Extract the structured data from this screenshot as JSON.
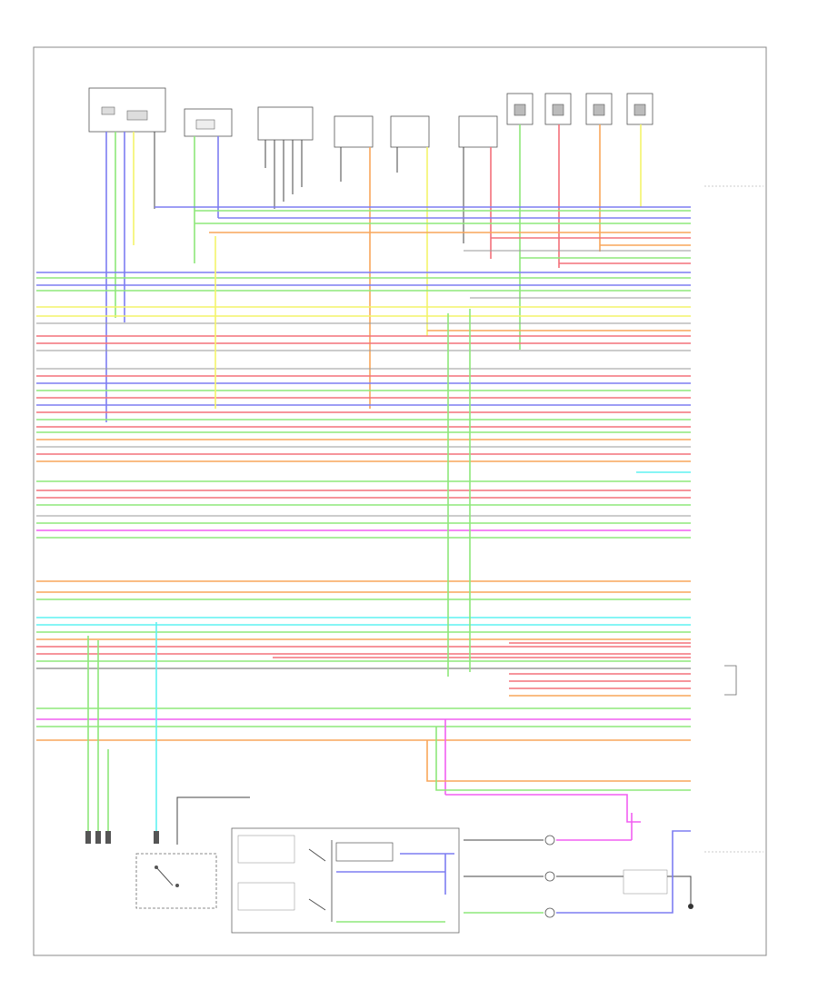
{
  "diagram": {
    "title": "",
    "footer_code": "",
    "colors": {
      "red": "#f4707a",
      "orange": "#f9a65a",
      "yellow": "#f4f46a",
      "green": "#8de87a",
      "blue": "#7d7df2",
      "cyan": "#5ff2f2",
      "magenta": "#f25ff2",
      "gray": "#999999",
      "dark": "#444444",
      "pink": "#f7b6b6",
      "tan": "#e6c9a0"
    },
    "components": [
      {
        "id": "comp-1",
        "icon": "connector-block-icon"
      },
      {
        "id": "comp-2",
        "icon": "connector-block-icon"
      },
      {
        "id": "comp-3",
        "icon": "connector-block-icon"
      },
      {
        "id": "comp-4",
        "icon": "connector-block-icon"
      },
      {
        "id": "comp-5",
        "icon": "connector-block-icon"
      },
      {
        "id": "comp-6",
        "icon": "connector-block-icon"
      },
      {
        "id": "comp-7",
        "icon": "sensor-icon"
      },
      {
        "id": "comp-8",
        "icon": "sensor-icon"
      },
      {
        "id": "comp-9",
        "icon": "sensor-icon"
      },
      {
        "id": "comp-10",
        "icon": "sensor-icon"
      },
      {
        "id": "comp-11",
        "icon": "switch-icon"
      },
      {
        "id": "comp-12",
        "icon": "switch-icon"
      },
      {
        "id": "comp-13",
        "icon": "ground-icon"
      }
    ],
    "wire_colors": [
      "blue",
      "green",
      "blue",
      "green",
      "orange",
      "red",
      "orange",
      "gray",
      "green",
      "red",
      "blue",
      "green",
      "blue",
      "green",
      "gray",
      "yellow",
      "yellow",
      "gray",
      "orange",
      "red",
      "red",
      "gray",
      "gray",
      "red",
      "blue",
      "green",
      "red",
      "blue",
      "red",
      "green",
      "red",
      "green",
      "orange",
      "gray",
      "red",
      "orange",
      "cyan",
      "green",
      "red",
      "red",
      "green",
      "gray",
      "green",
      "magenta",
      "green",
      "orange",
      "orange",
      "green"
    ]
  }
}
